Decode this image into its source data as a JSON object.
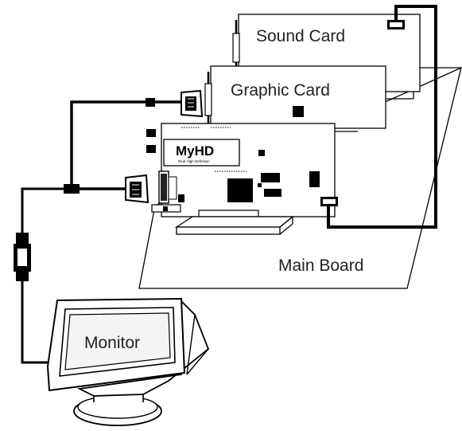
{
  "labels": {
    "sound_card": "Sound Card",
    "graphic_card": "Graphic Card",
    "main_board": "Main Board",
    "monitor": "Monitor",
    "myhd_logo": "MyHD",
    "myhd_tagline": "Real High Definition"
  },
  "colors": {
    "outline": "#000000",
    "text": "#222222",
    "fill": "#ffffff",
    "screen": "#f4f4f4"
  },
  "icons": [
    "vga-connector-icon",
    "edge-connector-icon",
    "chip-icon",
    "monitor-icon"
  ]
}
